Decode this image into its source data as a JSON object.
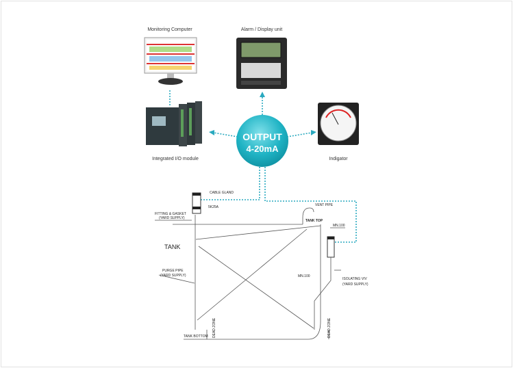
{
  "devices": {
    "monitoring_computer": "Monitoring Computer",
    "alarm_display": "Alarm / Display unit",
    "io_module": "Integrated I/O module",
    "indicator": "Indigator"
  },
  "output": {
    "line1": "OUTPUT",
    "line2": "4-20mA"
  },
  "drawing": {
    "tank": "TANK",
    "cable_gland": "CABLE GLAND",
    "sk25a": "5K25A",
    "fitting1": "FITTING & GASKET",
    "fitting2": "(YARD SUPPLY)",
    "vent_pipe": "VENT PIPE",
    "tank_top": "TANK TOP",
    "min100_top": "MN.100",
    "purge1": "PURGE PIPE",
    "purge2": "(YARD SUPPLY)",
    "min100_side": "MN.100",
    "isolating1": "ISOLATING V/V",
    "isolating2": "(YARD SUPPLY)",
    "tank_bottom": "TANK BOTTOM",
    "dead_zone": "DEAD ZONE"
  },
  "colors": {
    "accent": "#29a9bf"
  }
}
